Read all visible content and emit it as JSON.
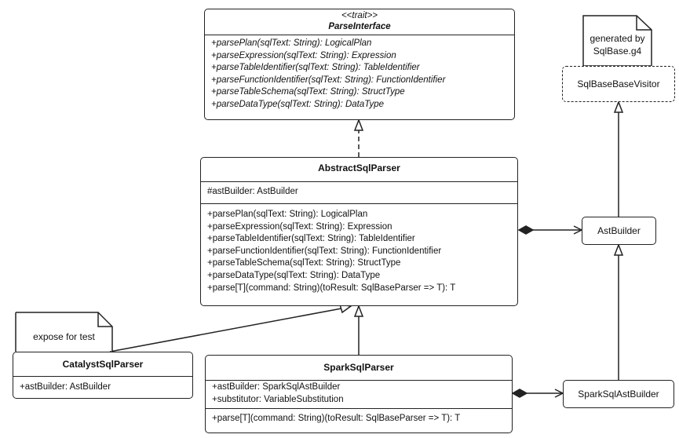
{
  "parse_interface": {
    "stereotype": "<<trait>>",
    "name": "ParseInterface",
    "methods": [
      "+parsePlan(sqlText: String): LogicalPlan",
      "+parseExpression(sqlText: String): Expression",
      "+parseTableIdentifier(sqlText: String): TableIdentifier",
      "+parseFunctionIdentifier(sqlText: String): FunctionIdentifier",
      "+parseTableSchema(sqlText: String): StructType",
      "+parseDataType(sqlText: String): DataType"
    ]
  },
  "abstract_sql_parser": {
    "name": "AbstractSqlParser",
    "fields": [
      "#astBuilder: AstBuilder"
    ],
    "methods": [
      "+parsePlan(sqlText: String): LogicalPlan",
      "+parseExpression(sqlText: String): Expression",
      "+parseTableIdentifier(sqlText: String): TableIdentifier",
      "+parseFunctionIdentifier(sqlText: String): FunctionIdentifier",
      "+parseTableSchema(sqlText: String): StructType",
      "+parseDataType(sqlText: String): DataType",
      "+parse[T](command: String)(toResult: SqlBaseParser => T): T"
    ]
  },
  "catalyst_sql_parser": {
    "name": "CatalystSqlParser",
    "fields": [
      "+astBuilder: AstBuilder"
    ]
  },
  "spark_sql_parser": {
    "name": "SparkSqlParser",
    "fields": [
      "+astBuilder: SparkSqlAstBuilder",
      "+substitutor: VariableSubstitution"
    ],
    "methods": [
      "+parse[T](command: String)(toResult: SqlBaseParser => T): T"
    ]
  },
  "sql_base_base_visitor": {
    "name": "SqlBaseBaseVisitor"
  },
  "ast_builder": {
    "name": "AstBuilder"
  },
  "spark_sql_ast_builder": {
    "name": "SparkSqlAstBuilder"
  },
  "notes": {
    "generated": [
      "generated by",
      "SqlBase.g4"
    ],
    "expose": "expose for test"
  }
}
